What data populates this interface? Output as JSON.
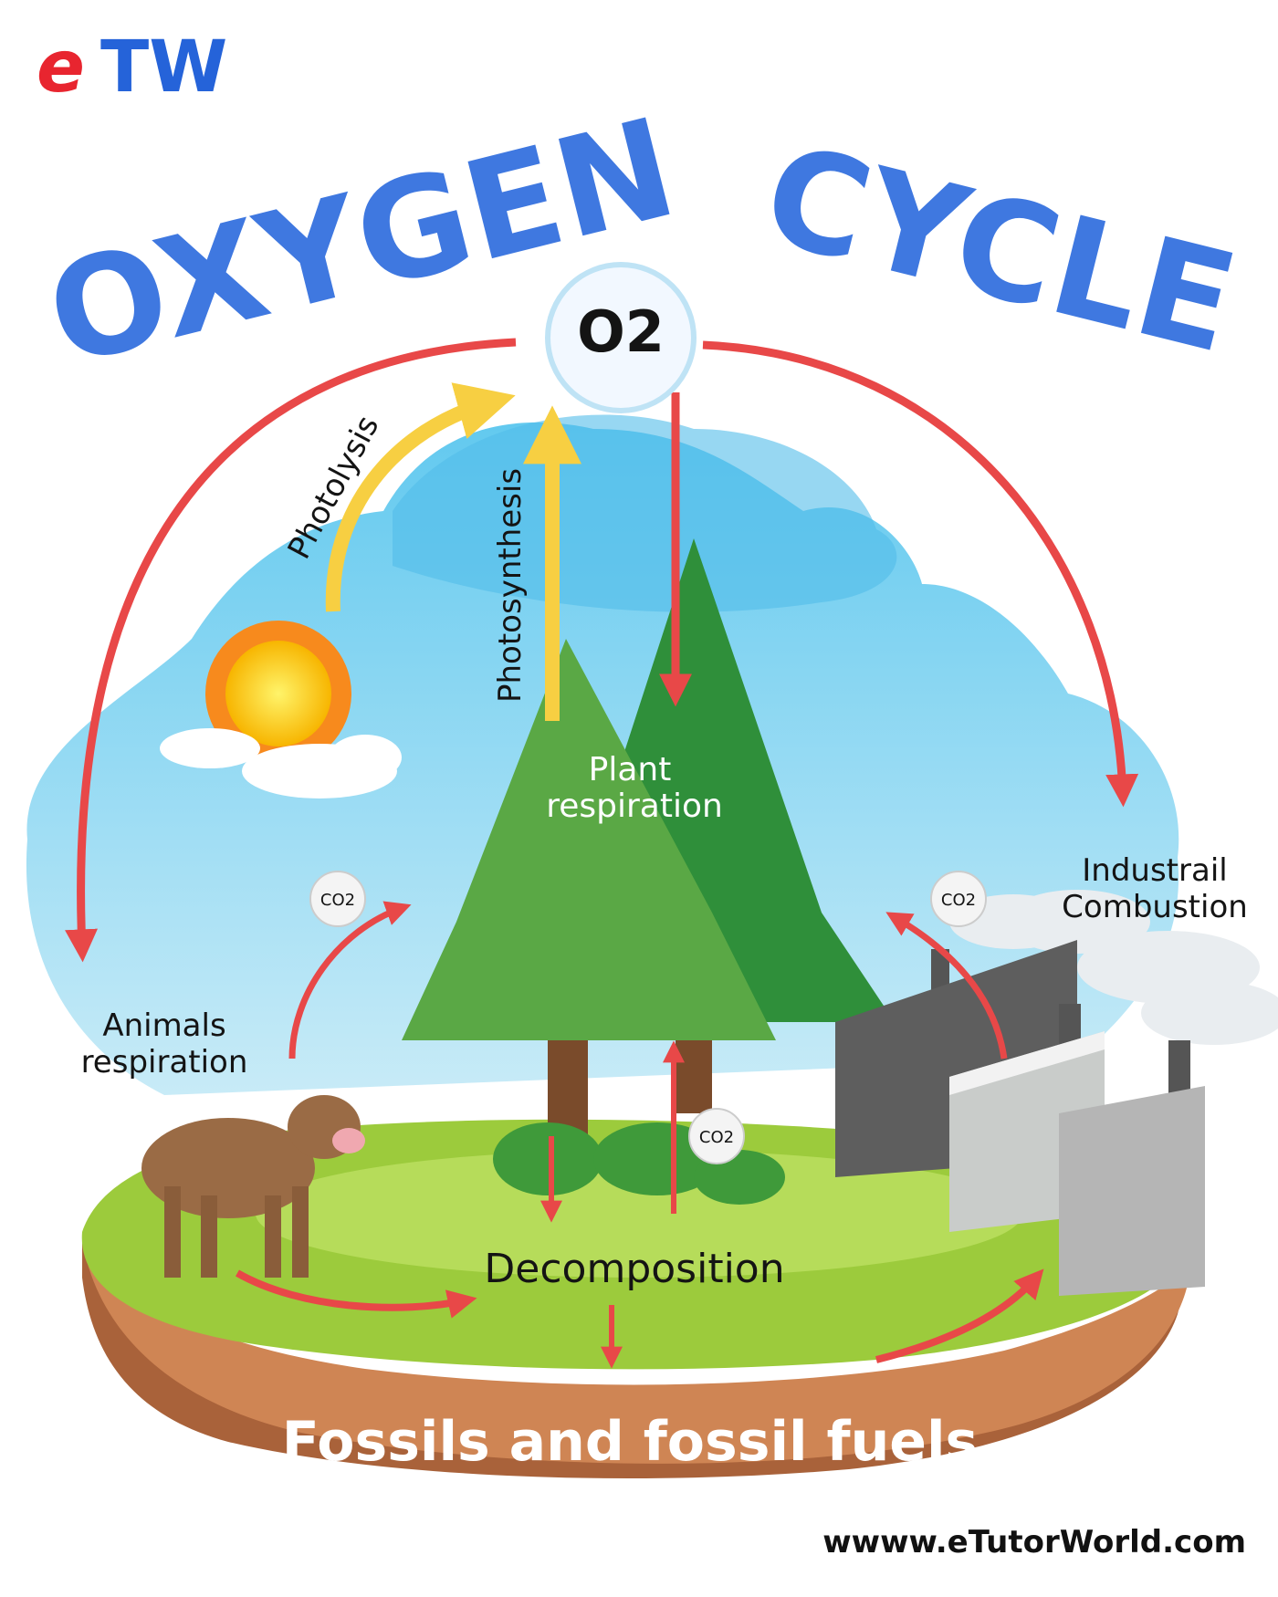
{
  "logo": {
    "text": "eTW",
    "e_color": "#e8252f",
    "tw_color": "#2563d9"
  },
  "title": {
    "word1": "OXYGEN",
    "word2": "CYCLE"
  },
  "o2": "O2",
  "labels": {
    "photolysis": "Photolysis",
    "photosynthesis": "Photosynthesis",
    "plant_respiration_1": "Plant",
    "plant_respiration_2": "respiration",
    "industrial_1": "Industrail",
    "industrial_2": "Combustion",
    "animals_1": "Animals",
    "animals_2": "respiration",
    "decomposition": "Decomposition",
    "fossils": "Fossils and fossil fuels",
    "co2": "CO2"
  },
  "website": "wwww.eTutorWorld.com",
  "colors": {
    "arrow_red": "#e84848",
    "arrow_yellow": "#f7cf42",
    "sky": "#5cc6ee",
    "grass": "#9ccb3c",
    "soil": "#c87e4a"
  }
}
